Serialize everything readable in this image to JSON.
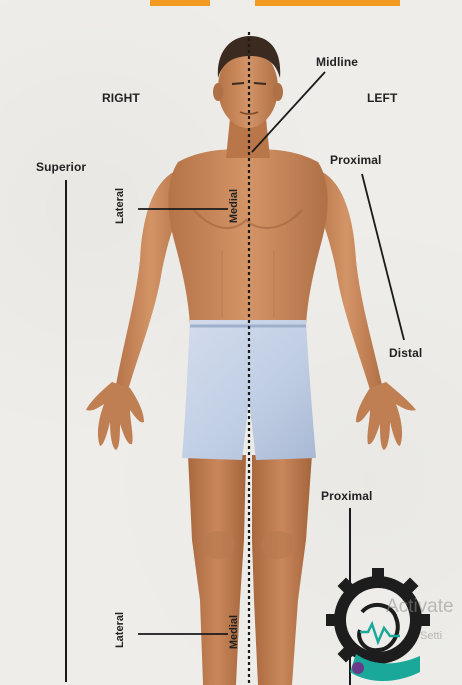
{
  "labels": {
    "right": "RIGHT",
    "left": "LEFT",
    "midline": "Midline",
    "superior": "Superior",
    "proximal_arm": "Proximal",
    "distal_arm": "Distal",
    "proximal_leg": "Proximal",
    "lateral_upper": "Lateral",
    "medial_upper": "Medial",
    "lateral_lower": "Lateral",
    "medial_lower": "Medial"
  },
  "watermark": {
    "text": "Activate",
    "subtext": "Setti"
  },
  "colors": {
    "skin": "#c9875a",
    "skin_shadow": "#9c5f38",
    "shorts": "#c3d1e6",
    "hair": "#3a2a20",
    "line": "#1a1a1a",
    "accent_top": "#f39a21",
    "logo_dark": "#1d1d1d",
    "logo_teal": "#1aa89a"
  }
}
